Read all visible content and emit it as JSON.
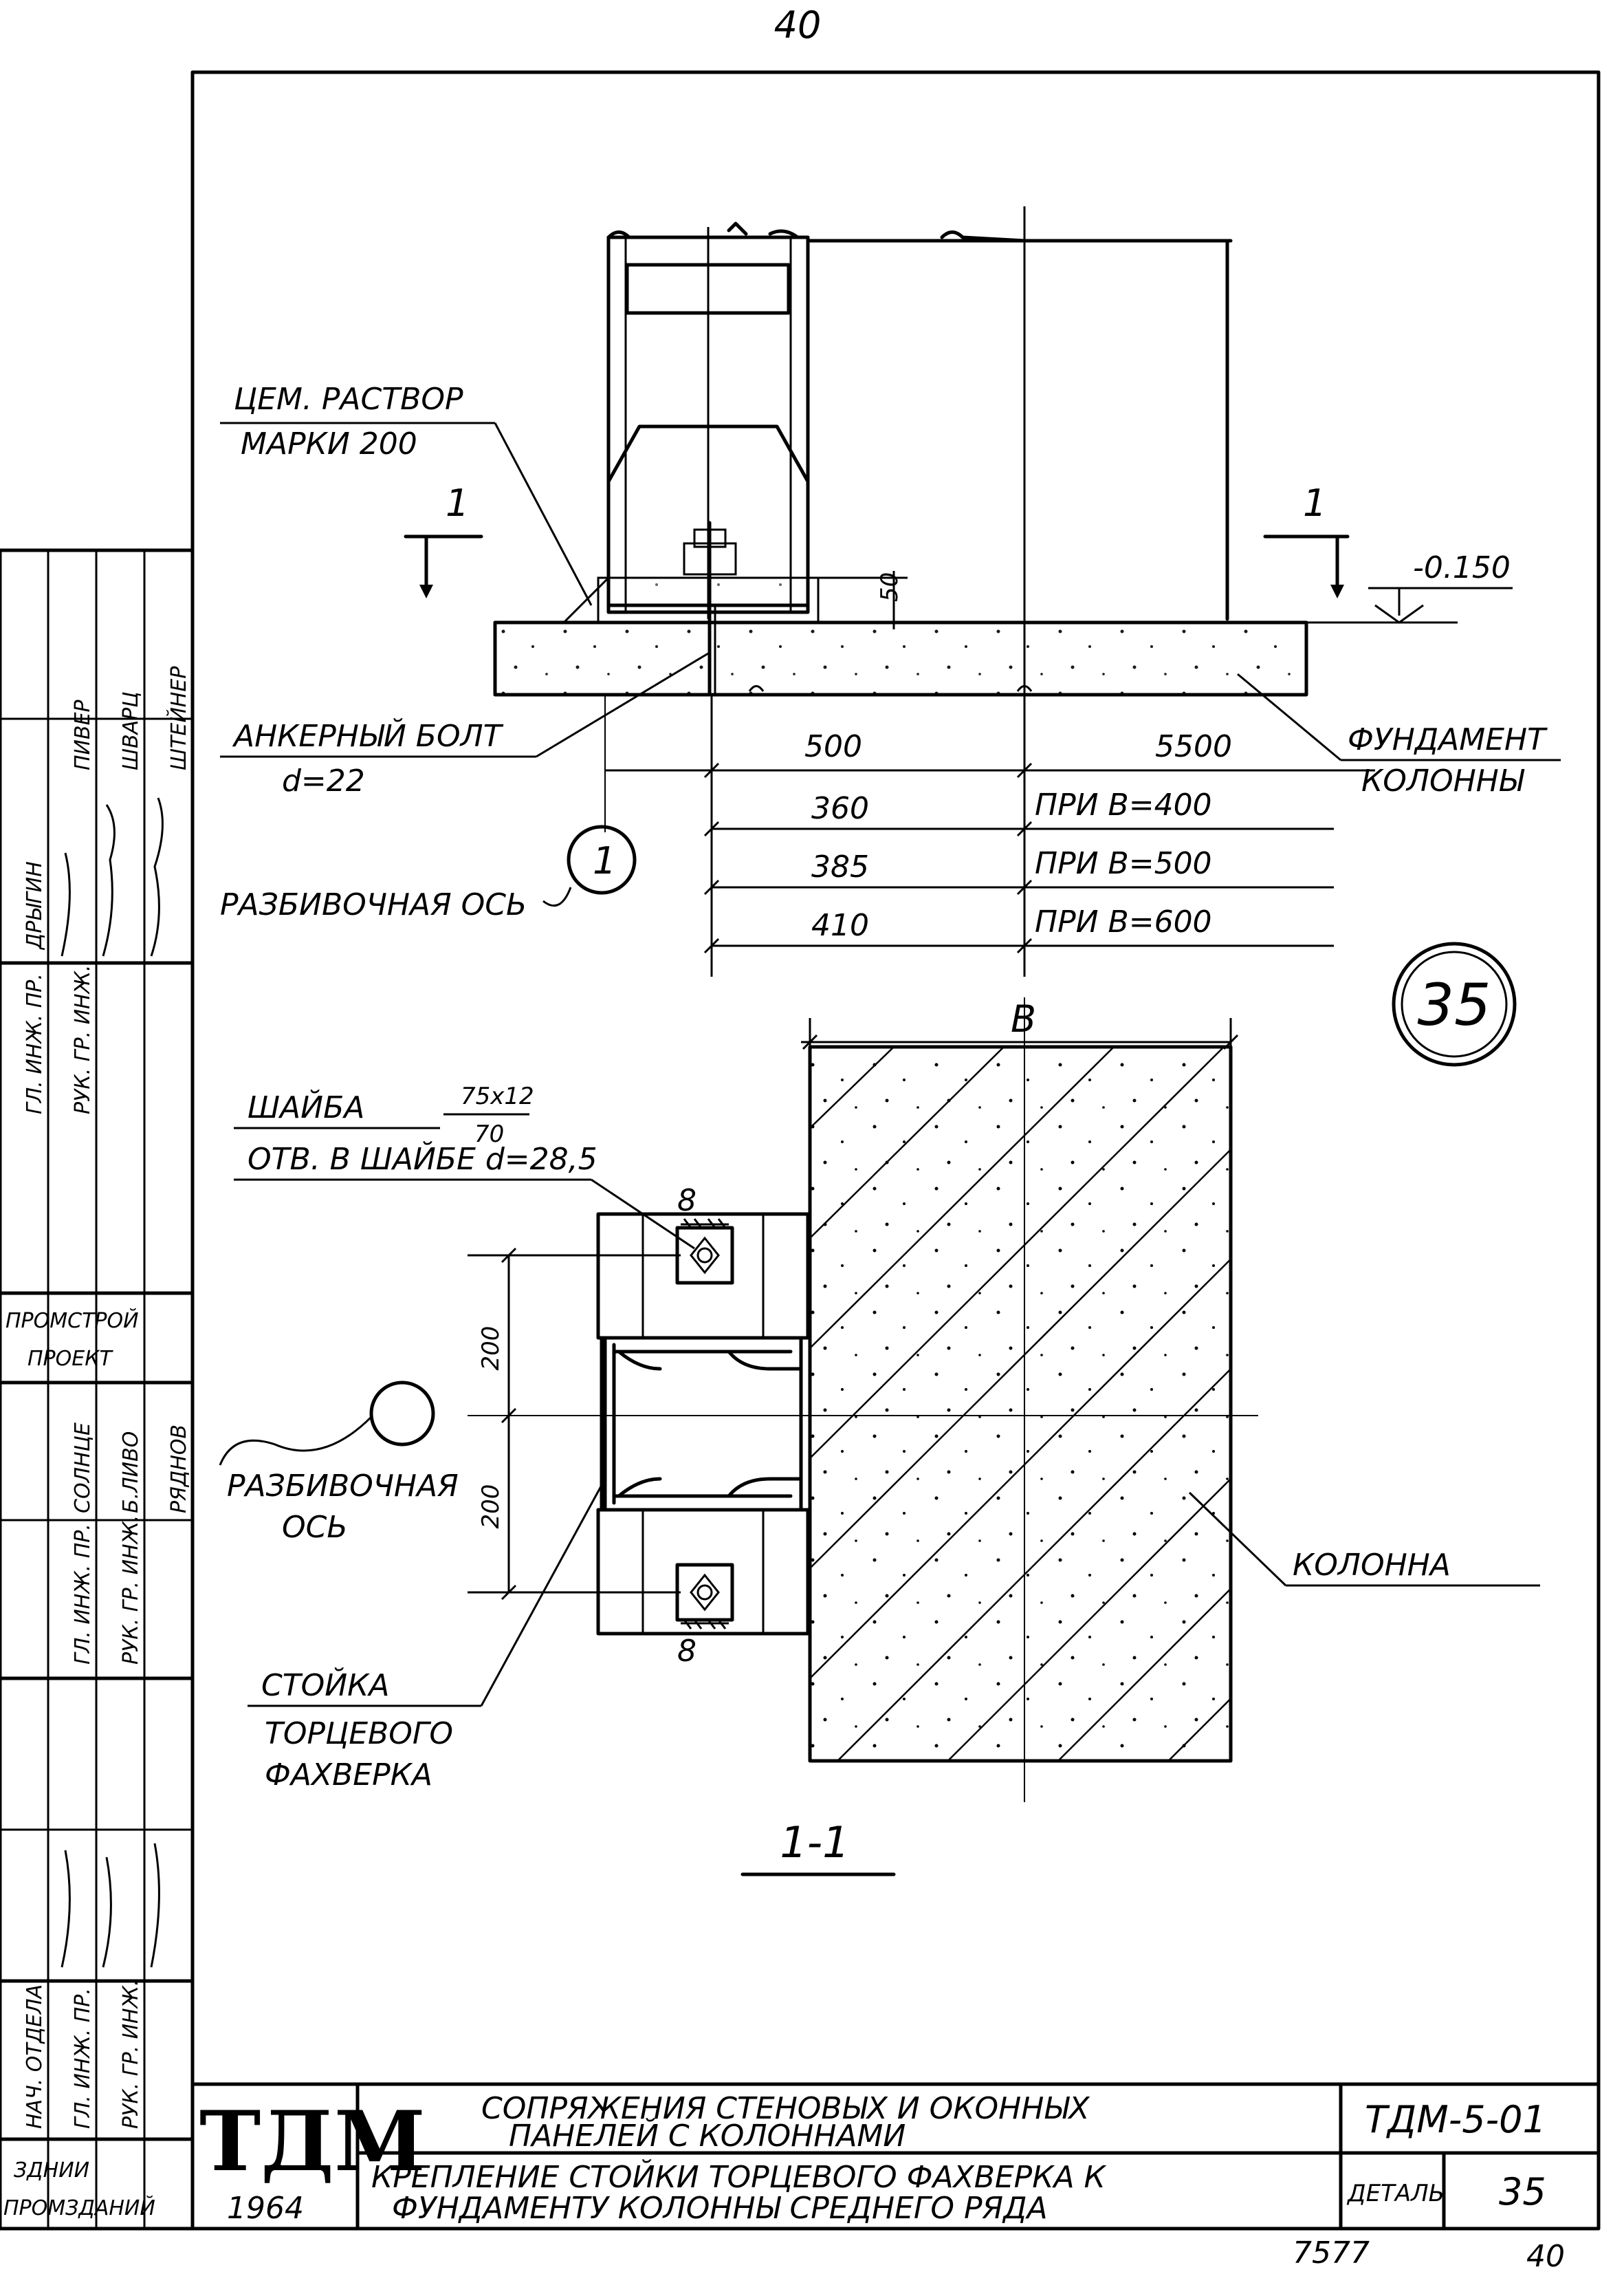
{
  "page_number_top": "40",
  "sheet_number": "7577",
  "sheet_page": "40",
  "detail_circle": "35",
  "labels": {
    "cement_mortar_l1": "ЦЕМ. РАСТВОР",
    "cement_mortar_l2": "МАРКИ 200",
    "section_mark": "1",
    "level": "-0.150",
    "gap_dim": "50",
    "anchor_bolt_l1": "АНКЕРНЫЙ БОЛТ",
    "anchor_bolt_l2": "d=22",
    "foundation_l1": "ФУНДАМЕНТ",
    "foundation_l2": "КОЛОННЫ",
    "axis_mark": "1",
    "layout_axis_top": "РАЗБИВОЧНАЯ ОСЬ",
    "dim_500": "500",
    "dim_5500": "5500",
    "dim_360": "360",
    "dim_385": "385",
    "dim_410": "410",
    "cond_400": "ПРИ B=400",
    "cond_500": "ПРИ B=500",
    "cond_600": "ПРИ B=600",
    "dim_B": "B",
    "washer": "ШАЙБА",
    "washer_num": "75x12",
    "washer_den": "70",
    "washer_hole": "ОТВ. В ШАЙБЕ d=28,5",
    "dim_8_top": "8",
    "dim_8_bottom": "8",
    "dim_200_a": "200",
    "dim_200_b": "200",
    "layout_axis_l1": "РАЗБИВОЧНАЯ",
    "layout_axis_l2": "ОСЬ",
    "column": "КОЛОННА",
    "post_l1": "СТОЙКА",
    "post_l2": "ТОРЦЕВОГО",
    "post_l3": "ФАХВЕРКА",
    "section_title": "1-1"
  },
  "title_block": {
    "logo": "ТДМ",
    "year": "1964",
    "series_l1": "СОПРЯЖЕНИЯ СТЕНОВЫХ И ОКОННЫХ",
    "series_l2": "ПАНЕЛЕЙ С КОЛОННАМИ",
    "drawing_l1": "КРЕПЛЕНИЕ СТОЙКИ ТОРЦЕВОГО ФАХВЕРКА К",
    "drawing_l2": "ФУНДАМЕНТУ КОЛОННЫ СРЕДНЕГО РЯДА",
    "code": "ТДМ-5-01",
    "detail_label": "ДЕТАЛЬ",
    "detail_number": "35"
  },
  "side_stamp": {
    "roles_top": [
      "ГЛ. ИНЖ. ПР.",
      "РУК. ГР. ИНЖ."
    ],
    "names_top": [
      "ДРЫГИН",
      "ПИВЕР",
      "ШВАРЦ",
      "ШТЕЙНЕР"
    ],
    "org_l1": "ПРОМСТРОЙ",
    "org_l2": "ПРОЕКТ",
    "roles_mid": [
      "ГЛ. ИНЖ. ПР.",
      "РУК. ГР. ИНЖ."
    ],
    "names_mid": [
      "СОЛНЦЕ",
      "Б.ЛИВО",
      "РЯДНОВ"
    ],
    "roles_bot": [
      "НАЧ. ОТДЕЛА",
      "ГЛ. ИНЖ. ПР.",
      "РУК. ГР. ИНЖ."
    ],
    "org_bot_l1": "ЗДНИИ",
    "org_bot_l2": "ПРОМЗДАНИЙ"
  }
}
